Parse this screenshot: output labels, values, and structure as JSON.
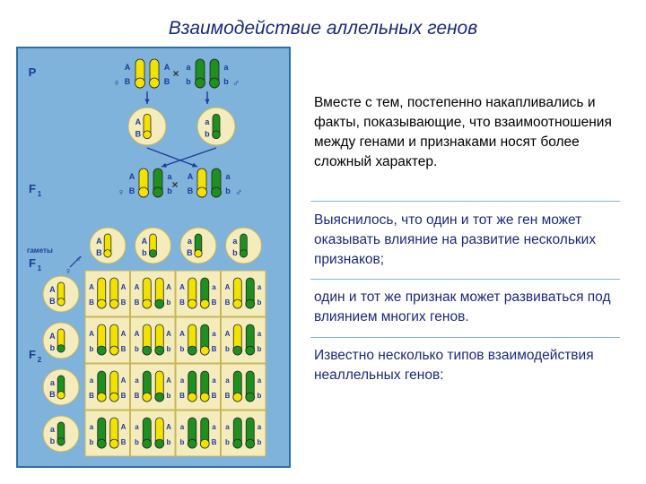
{
  "title": "Взаимодействие аллельных генов",
  "diagram": {
    "label_p": "P",
    "label_f1": "F",
    "label_f1_sub": "1",
    "label_f2": "F",
    "label_f2_sub": "2",
    "label_gametes": "гаметы",
    "label_gametes_f1": "F",
    "label_gametes_f1_sub": "1",
    "cross_symbol": "×",
    "female_symbol": "♀",
    "male_symbol": "♂",
    "parent_female": {
      "top": [
        "A",
        "A"
      ],
      "bottom": [
        "B",
        "B"
      ]
    },
    "parent_male": {
      "top": [
        "a",
        "a"
      ],
      "bottom": [
        "b",
        "b"
      ]
    },
    "gamete_female": {
      "top": "A",
      "bottom": "B"
    },
    "gamete_male": {
      "top": "a",
      "bottom": "b"
    },
    "f1_genotype": {
      "top": [
        "A",
        "a"
      ],
      "bottom": [
        "B",
        "b"
      ]
    },
    "gametes": [
      {
        "top": "A",
        "bottom": "B"
      },
      {
        "top": "A",
        "bottom": "b"
      },
      {
        "top": "a",
        "bottom": "B"
      },
      {
        "top": "a",
        "bottom": "b"
      }
    ],
    "colors": {
      "yellow": "#f2e200",
      "green": "#1f8f1f",
      "panel_bg": "#7fb3db",
      "cell_bg": "#f4ecbd",
      "letter": "#1f3a99"
    }
  },
  "text": {
    "p1": "Вместе с тем, постепенно накапливались и факты, показывающие, что взаимоотношения между генами и признаками носят более сложный характер.",
    "p2": "Выяснилось, что один и тот же ген может оказывать влияние на развитие нескольких признаков;",
    "p3": "один и тот же признак может развиваться под влиянием многих генов.",
    "p4": "Известно несколько типов взаимодействия неаллельных генов:"
  }
}
